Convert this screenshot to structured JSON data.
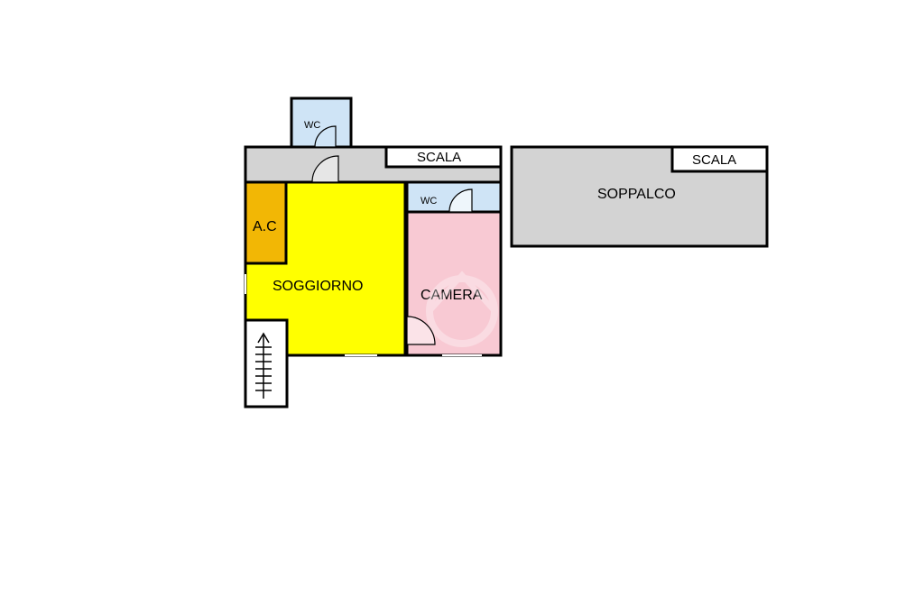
{
  "rooms": {
    "wc_top": {
      "label": "WC"
    },
    "scala_1": {
      "label": "SCALA"
    },
    "wc_2": {
      "label": "WC"
    },
    "ac": {
      "label": "A.C"
    },
    "soggiorno": {
      "label": "SOGGIORNO"
    },
    "camera": {
      "label": "CAMERA"
    },
    "soppalco": {
      "label": "SOPPALCO"
    },
    "scala_2": {
      "label": "SCALA"
    }
  },
  "colors": {
    "corridor": "#d3d3d3",
    "wc": "#cfe4f6",
    "ac": "#f2b705",
    "soggiorno": "#ffff00",
    "camera": "#f8c9d3",
    "soppalco": "#d3d3d3",
    "wall": "#000000"
  },
  "icons": {
    "stairs": "stairs-arrow-icon",
    "door": "door-swing-icon"
  }
}
